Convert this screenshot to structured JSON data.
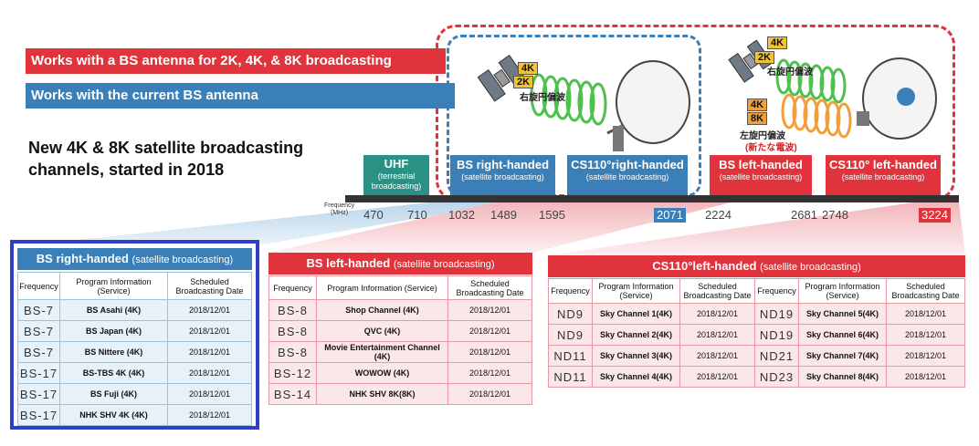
{
  "banners": {
    "red": "Works with a BS antenna for 2K, 4K, & 8K broadcasting",
    "blue": "Works with the current BS antenna"
  },
  "headline": {
    "line1": "New 4K & 8K satellite broadcasting",
    "line2": "channels, started in 2018"
  },
  "illustration": {
    "left": {
      "k4": "4K",
      "k2": "2K",
      "pol": "右旋円偏波"
    },
    "right": {
      "k4a": "4K",
      "k2": "2K",
      "pol_r": "右旋円偏波",
      "k4b": "4K",
      "k8": "8K",
      "pol_l": "左旋円偏波",
      "new": "(新たな電波)"
    }
  },
  "bands": [
    {
      "title": "UHF",
      "sub": "(terrestrial broadcasting)"
    },
    {
      "title": "BS right-handed",
      "sub": "(satellite broadcasting)"
    },
    {
      "title": "CS110°right-handed",
      "sub": "(satellite broadcasting)"
    },
    {
      "title": "BS left-handed",
      "sub": "(satellite broadcasting)"
    },
    {
      "title": "CS110° left-handed",
      "sub": "(satellite broadcasting)"
    }
  ],
  "axis": {
    "label_1": "Frequency",
    "label_2": "(MHz)",
    "ticks": [
      "470",
      "710",
      "1032",
      "1489",
      "1595",
      "2071",
      "2224",
      "2681",
      "2748",
      "3224"
    ]
  },
  "columns": {
    "freq": "Frequency",
    "prog": "Program Information (Service)",
    "date": "Scheduled Broadcasting Date"
  },
  "tables": {
    "bs_right": {
      "title": "BS right-handed",
      "subtitle": "(satellite broadcasting)",
      "rows": [
        {
          "freq": "BS-7",
          "prog": "BS Asahi (4K)",
          "date": "2018/12/01"
        },
        {
          "freq": "BS-7",
          "prog": "BS Japan (4K)",
          "date": "2018/12/01"
        },
        {
          "freq": "BS-7",
          "prog": "BS Nittere (4K)",
          "date": "2018/12/01"
        },
        {
          "freq": "BS-17",
          "prog": "BS-TBS 4K (4K)",
          "date": "2018/12/01"
        },
        {
          "freq": "BS-17",
          "prog": "BS Fuji (4K)",
          "date": "2018/12/01"
        },
        {
          "freq": "BS-17",
          "prog": "NHK SHV 4K (4K)",
          "date": "2018/12/01"
        }
      ]
    },
    "bs_left": {
      "title": "BS left-handed",
      "subtitle": "(satellite broadcasting)",
      "rows": [
        {
          "freq": "BS-8",
          "prog": "Shop Channel (4K)",
          "date": "2018/12/01"
        },
        {
          "freq": "BS-8",
          "prog": "QVC (4K)",
          "date": "2018/12/01"
        },
        {
          "freq": "BS-8",
          "prog": "Movie Entertainment Channel (4K)",
          "date": "2018/12/01"
        },
        {
          "freq": "BS-12",
          "prog": "WOWOW (4K)",
          "date": "2018/12/01"
        },
        {
          "freq": "BS-14",
          "prog": "NHK SHV 8K(8K)",
          "date": "2018/12/01"
        }
      ]
    },
    "cs_left": {
      "title": "CS110°left-handed",
      "subtitle": "(satellite broadcasting)",
      "rows": [
        {
          "freq_a": "ND9",
          "prog_a": "Sky Channel 1(4K)",
          "date_a": "2018/12/01",
          "freq_b": "ND19",
          "prog_b": "Sky Channel 5(4K)",
          "date_b": "2018/12/01"
        },
        {
          "freq_a": "ND9",
          "prog_a": "Sky Channel 2(4K)",
          "date_a": "2018/12/01",
          "freq_b": "ND19",
          "prog_b": "Sky Channel 6(4K)",
          "date_b": "2018/12/01"
        },
        {
          "freq_a": "ND11",
          "prog_a": "Sky Channel 3(4K)",
          "date_a": "2018/12/01",
          "freq_b": "ND21",
          "prog_b": "Sky Channel 7(4K)",
          "date_b": "2018/12/01"
        },
        {
          "freq_a": "ND11",
          "prog_a": "Sky Channel 4(4K)",
          "date_a": "2018/12/01",
          "freq_b": "ND23",
          "prog_b": "Sky Channel 8(4K)",
          "date_b": "2018/12/01"
        }
      ]
    }
  },
  "colors": {
    "red": "#e0333b",
    "blue": "#3a7fb7",
    "teal": "#2a9184",
    "panel_border": "#2f3fc7"
  }
}
